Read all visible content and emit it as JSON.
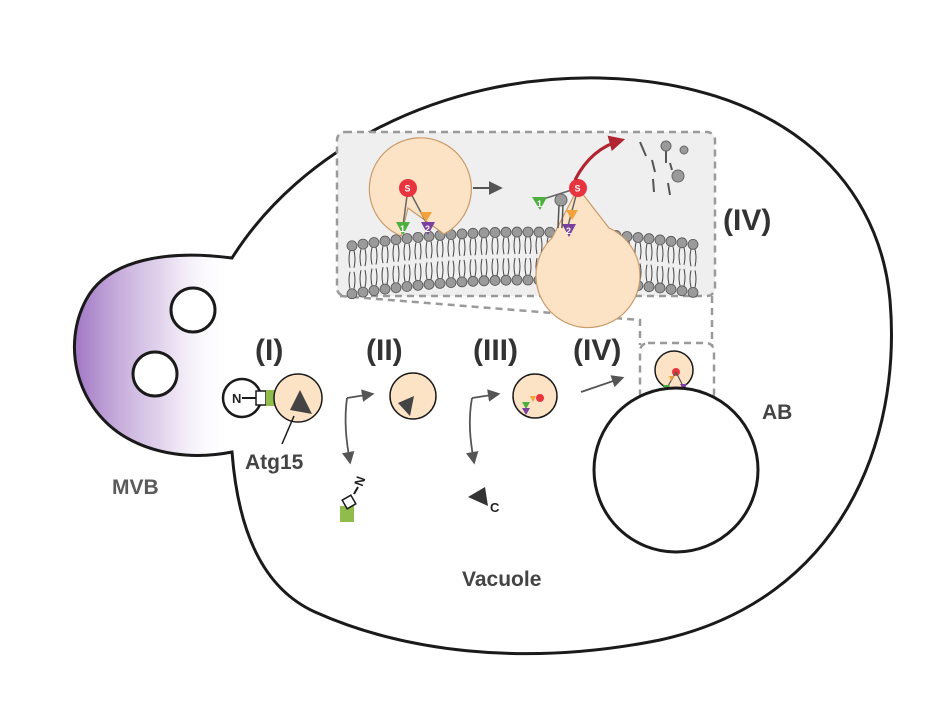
{
  "labels": {
    "vacuole": "Vacuole",
    "mvb": "MVB",
    "ab": "AB",
    "atg15": "Atg15",
    "c_fragment": "C",
    "n_fragment": "N",
    "n_terminus": "N",
    "site_s": "S",
    "site_1": "1",
    "site_2": "2"
  },
  "stages": [
    "(I)",
    "(II)",
    "(III)",
    "(IV)"
  ],
  "inset_stage": "(IV)",
  "colors": {
    "enzyme_fill": "#fde3c5",
    "enzyme_stroke": "#c99a6a",
    "active_site": "#e8343f",
    "site_1": "#4caf3e",
    "site_2": "#7b3fa0",
    "orange_marker": "#f3a33a",
    "arrow_red": "#b02531",
    "mvb_purple": "#9b6fc0",
    "lipid_head": "#9a9a9a",
    "fragment_green": "#8fbc4a",
    "inset_bg": "#efefef"
  }
}
